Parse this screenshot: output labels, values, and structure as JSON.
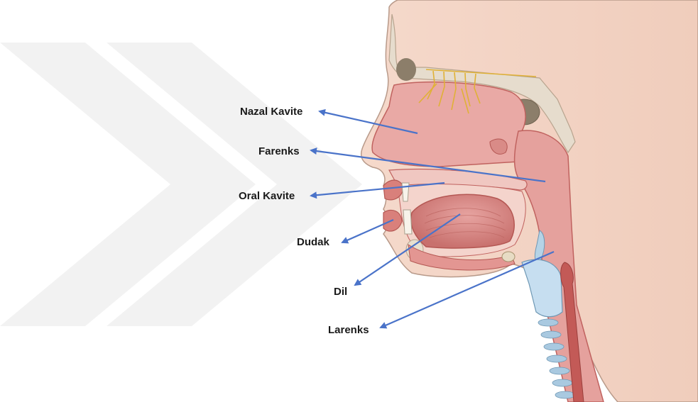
{
  "labels": {
    "nasal_cavity": "Nazal Kavite",
    "pharynx": "Farenks",
    "oral_cavity": "Oral Kavite",
    "lip": "Dudak",
    "tongue": "Dil",
    "larynx": "Larenks"
  },
  "colors": {
    "arrow": "#4a73c9",
    "tissue_pink": "#e9a3a0",
    "tissue_dark": "#c9605f",
    "skin": "#f6dccd",
    "bone": "#e3dccf",
    "cartilage": "#a8cbe0",
    "nerve": "#e2b43a",
    "watermark": "#f1f1f1"
  }
}
